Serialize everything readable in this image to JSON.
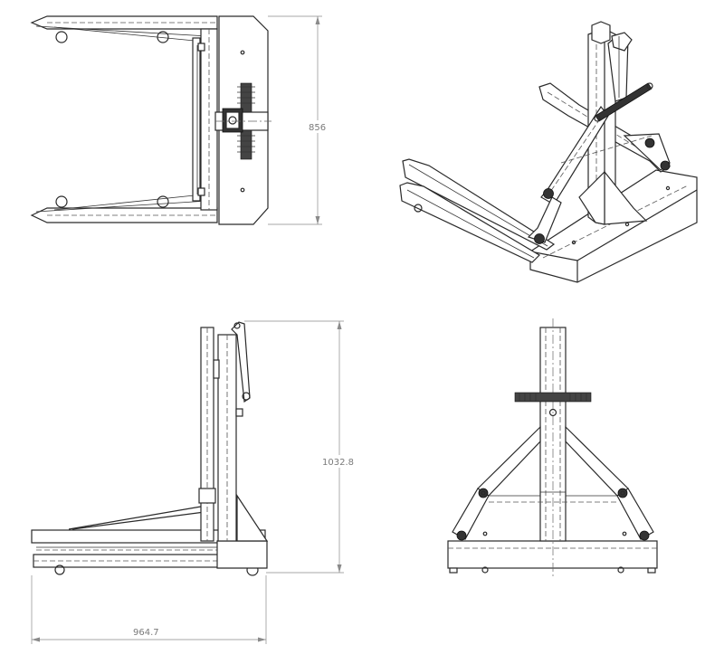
{
  "dimensions": {
    "top_view_depth": "856",
    "side_view_height": "1032.8",
    "side_view_length": "964.7"
  },
  "colors": {
    "line": "#2a2a2a",
    "dimension": "#8a8a8a",
    "background": "#ffffff"
  }
}
